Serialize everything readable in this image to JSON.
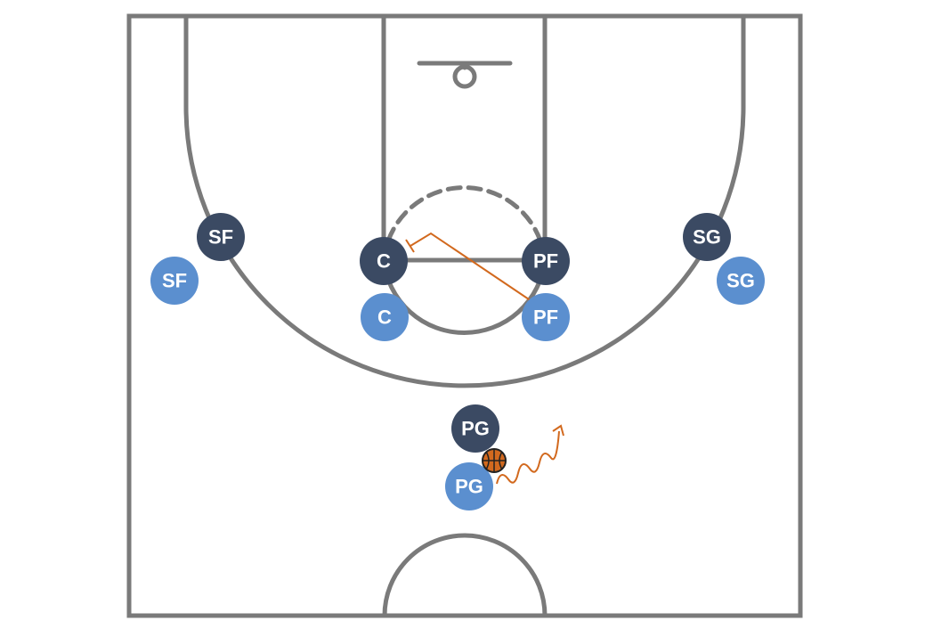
{
  "colors": {
    "court_lines": "#7a7a7a",
    "defense": "#3b4a63",
    "offense": "#5b8fcf",
    "action": "#d2691e",
    "ball": "#d2691e",
    "player_text": "#ffffff"
  },
  "defense": {
    "sf": "SF",
    "c": "C",
    "pf": "PF",
    "sg": "SG",
    "pg": "PG"
  },
  "offense": {
    "sf": "SF",
    "c": "C",
    "pf": "PF",
    "sg": "SG",
    "pg": "PG"
  },
  "actions": {
    "screen": "screen-arrow",
    "dribble": "dribble-arrow"
  },
  "ball": "basketball-icon"
}
